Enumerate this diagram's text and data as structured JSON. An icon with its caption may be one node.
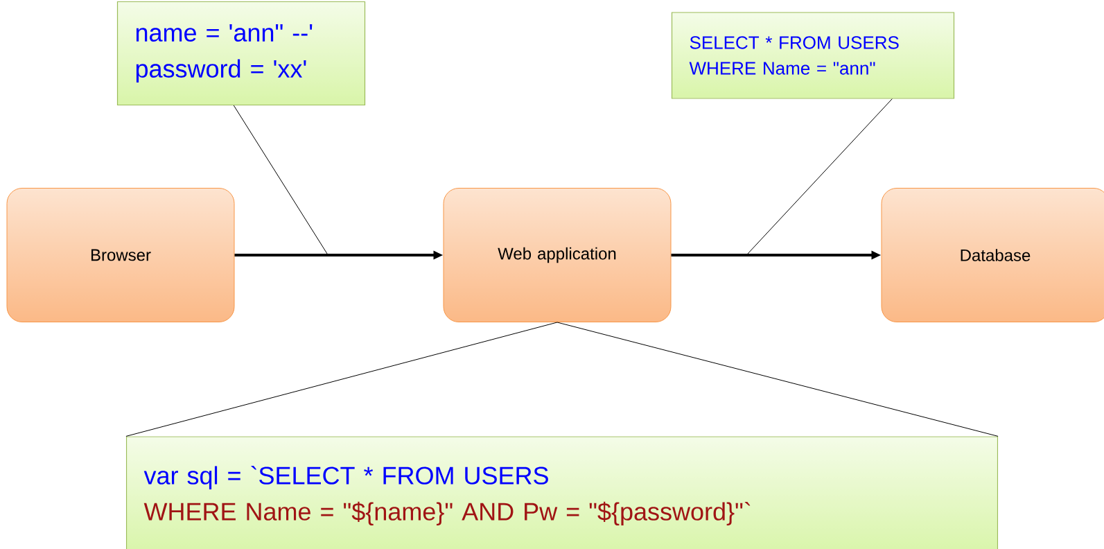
{
  "diagram": {
    "nodes": [
      {
        "text": [
          "name = 'ann\" --'",
          "password = 'xx'"
        ]
      },
      {
        "text": [
          "SELECT * FROM USERS",
          "WHERE Name = \"ann\""
        ]
      },
      {
        "text": [
          "Browser"
        ]
      },
      {
        "text": [
          "Web application"
        ]
      },
      {
        "text": [
          "Database"
        ]
      },
      {
        "text": [
          "var sql = `SELECT * FROM USERS",
          "WHERE Name = \"${name}\" AND Pw = \"${password}\"`"
        ]
      }
    ],
    "edges": [
      {
        "from": 2,
        "to": 3,
        "arrow": "to",
        "style": "thick"
      },
      {
        "from": 3,
        "to": 4,
        "arrow": "to",
        "style": "thick"
      },
      {
        "from": 0,
        "to": null,
        "arrow": "none"
      },
      {
        "from": 1,
        "to": null,
        "arrow": "none"
      },
      {
        "from": 3,
        "to": 5,
        "arrow": "none"
      },
      {
        "from": 3,
        "to": 5,
        "arrow": "none"
      }
    ]
  }
}
